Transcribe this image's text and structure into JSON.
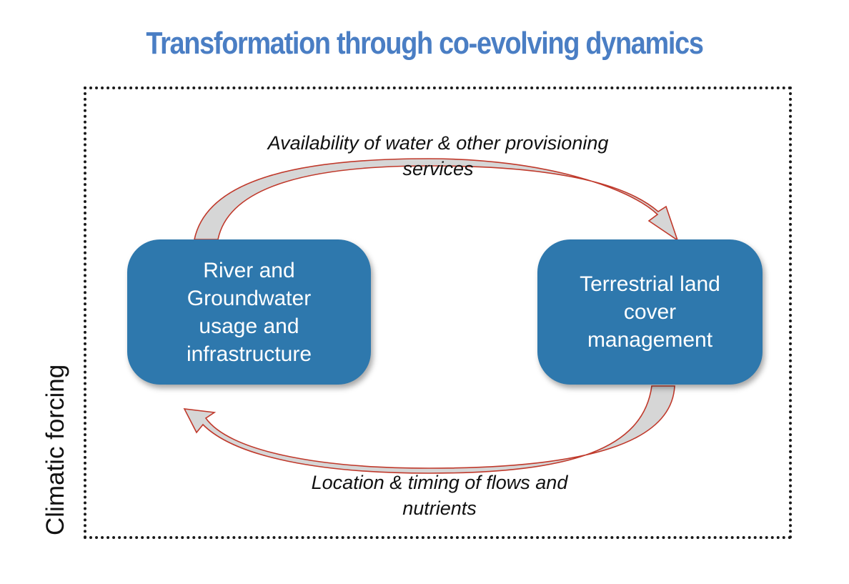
{
  "title": "Transformation through co-evolving dynamics",
  "frame_label": "Climatic forcing",
  "nodes": {
    "left": "River and\nGroundwater\nusage and\ninfrastructure",
    "right": "Terrestrial land\ncover\nmanagement"
  },
  "flows": {
    "top": "Availability of water & other provisioning\nservices",
    "bottom": "Location & timing of flows and\nnutrients"
  },
  "colors": {
    "title": "#4a7ec4",
    "node_fill": "#2e78ad",
    "arrow_stroke": "#c0392b",
    "arrow_fill": "#d6d6d6"
  }
}
